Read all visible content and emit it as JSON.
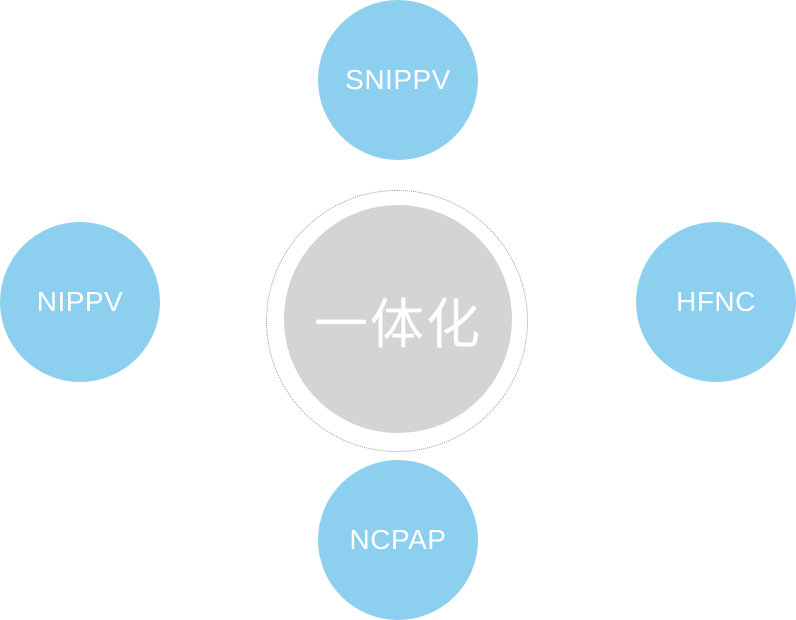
{
  "diagram": {
    "center": {
      "label": "一体化",
      "fill_color": "#d4d4d6",
      "ring_color": "#9a9a9a"
    },
    "nodes": {
      "top": "SNIPPV",
      "left": "NIPPV",
      "right": "HFNC",
      "bottom": "NCPAP"
    },
    "node_color": "#8dcfee",
    "text_color": "#ffffff"
  }
}
